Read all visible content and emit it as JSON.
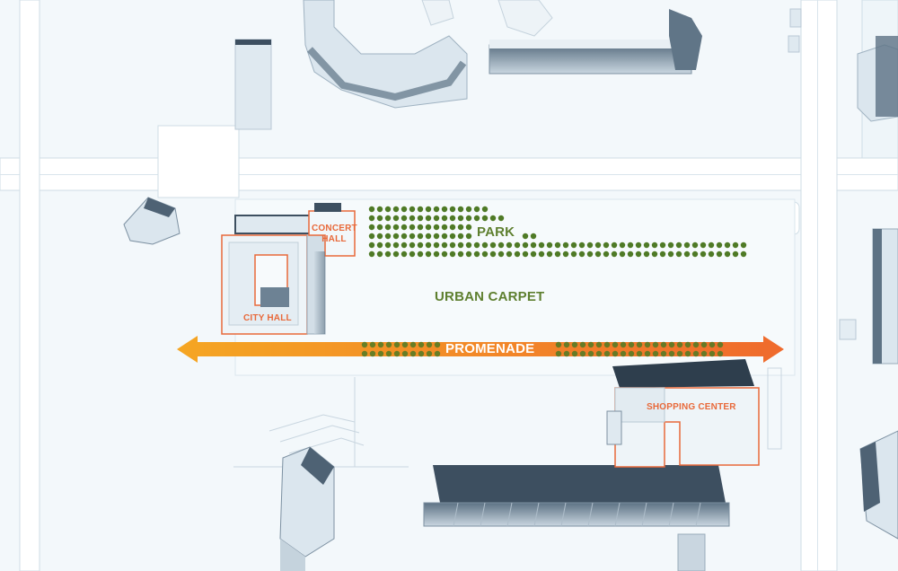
{
  "labels": {
    "concert_hall": "CONCERT\nHALL",
    "city_hall": "CITY HALL",
    "park": "PARK",
    "urban_carpet": "URBAN CARPET",
    "promenade": "PROMENADE",
    "shopping_center": "SHOPPING CENTER"
  },
  "colors": {
    "background": "#ffffff",
    "ground": "#f1f7fb",
    "road": "#e4eef4",
    "road_edge": "#cfdde6",
    "building_light": "#dbe6ee",
    "building_shadow": "#6f8496",
    "highlight_outline": "#e8693a",
    "park_dots": "#4f7a26",
    "label_green": "#5e7f2f",
    "promenade_start": "#f5a623",
    "promenade_end": "#ef6a2d"
  },
  "icons": [
    "park-tree-dot",
    "promenade-double-arrow"
  ]
}
